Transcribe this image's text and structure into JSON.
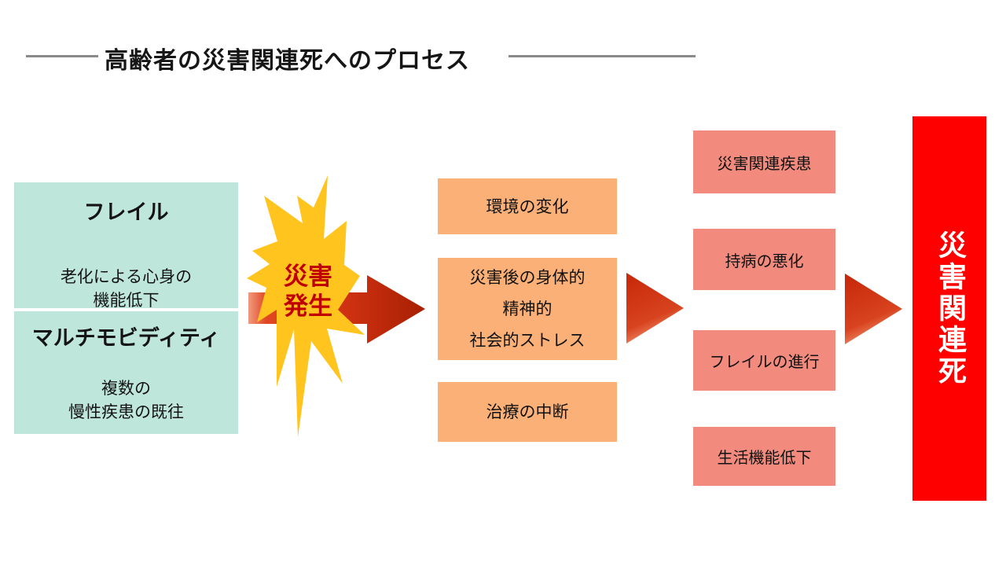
{
  "title": {
    "text": "高齢者の災害関連死へのプロセス"
  },
  "left_column": {
    "boxes": [
      {
        "heading": "フレイル",
        "body_lines": [
          "老化による心身の",
          "機能低下"
        ]
      },
      {
        "heading": "マルチモビディティ",
        "body_lines": [
          "複数の",
          "慢性疾患の既往"
        ]
      }
    ]
  },
  "trigger": {
    "lines": [
      "災害",
      "発生"
    ]
  },
  "middle_column": {
    "boxes": [
      {
        "lines": [
          "環境の変化",
          "",
          ""
        ]
      },
      {
        "lines": [
          "災害後の身体的",
          "精神的",
          "社会的ストレス"
        ]
      },
      {
        "lines": [
          "治療の中断",
          "",
          ""
        ]
      }
    ]
  },
  "right_column": {
    "boxes": [
      {
        "label": "災害関連疾患"
      },
      {
        "label": "持病の悪化"
      },
      {
        "label": "フレイルの進行"
      },
      {
        "label": "生活機能低下"
      }
    ]
  },
  "outcome": {
    "label": "災害関連死"
  },
  "colors": {
    "teal_box": "#bfe6da",
    "orange_box": "#fbb077",
    "salmon_box": "#f28b7d",
    "outcome_red": "#fe0000",
    "burst_yellow": "#ffc41e",
    "burst_text_red": "#c00000",
    "arrow_red_dark": "#a81f03",
    "arrow_red_light": "#e04722",
    "title_rule_gray": "#8a8a8a"
  }
}
